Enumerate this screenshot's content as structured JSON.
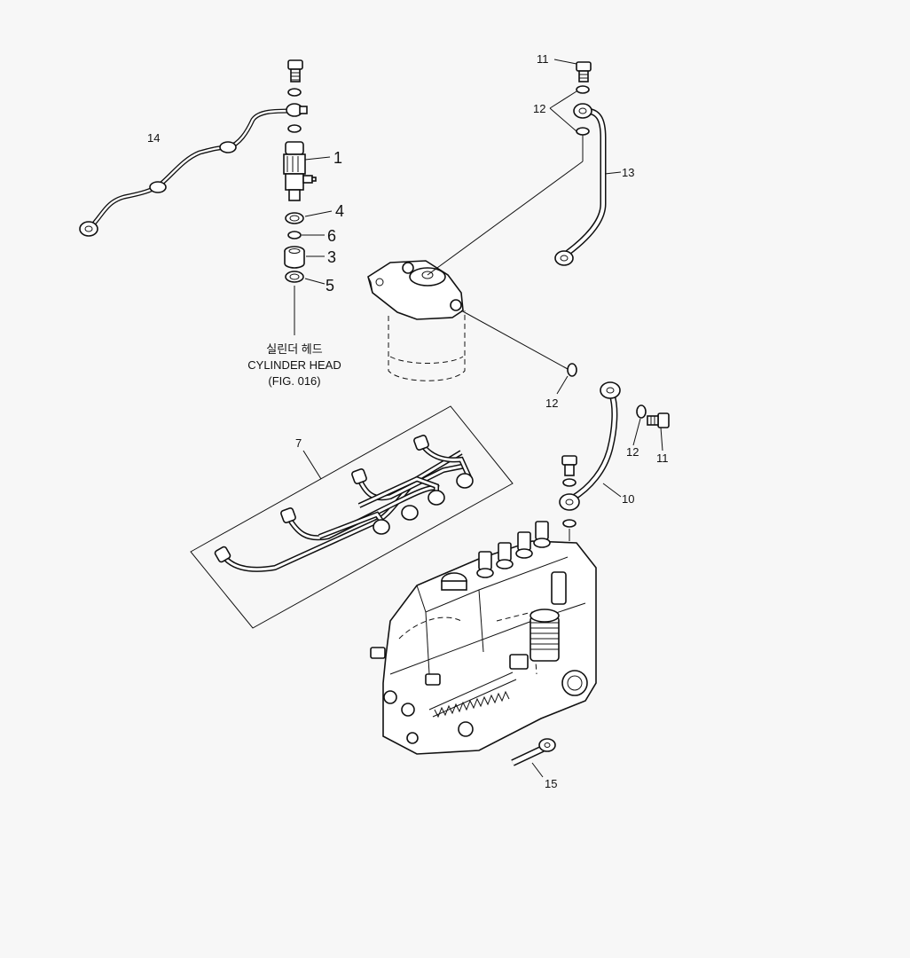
{
  "reference": {
    "korean": "실린더 헤드",
    "name": "CYLINDER HEAD",
    "fig": "(FIG. 016)"
  },
  "callouts": {
    "c1": "1",
    "c3": "3",
    "c4": "4",
    "c5": "5",
    "c6": "6",
    "c7": "7",
    "c10": "10",
    "c11a": "11",
    "c11b": "11",
    "c12a": "12",
    "c12b": "12",
    "c12c": "12",
    "c13": "13",
    "c14": "14",
    "c15": "15"
  },
  "colors": {
    "line": "#111111",
    "background": "#f7f7f7",
    "fill": "#ffffff"
  }
}
